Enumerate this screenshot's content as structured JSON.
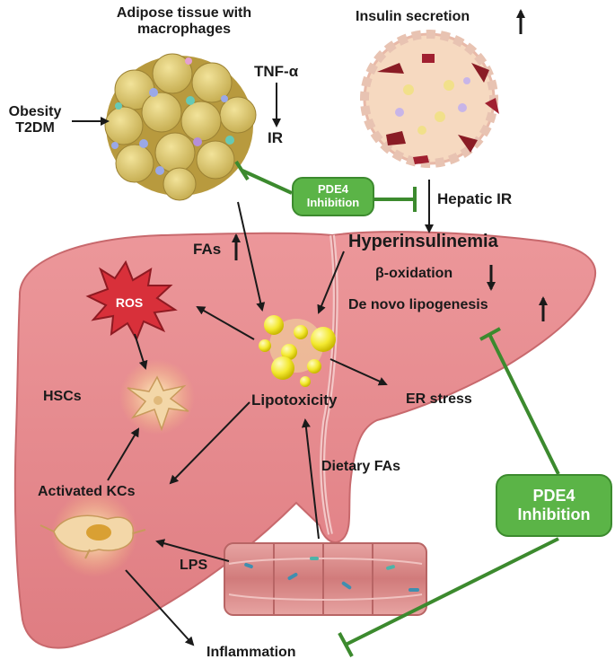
{
  "labels": {
    "adipose_line1": "Adipose tissue with",
    "adipose_line2": "macrophages",
    "insulin_secretion": "Insulin secretion",
    "tnf": "TNF-α",
    "ir": "IR",
    "obesity_line1": "Obesity",
    "obesity_line2": "T2DM",
    "hepatic_ir": "Hepatic IR",
    "hyperinsulinemia": "Hyperinsulinemia",
    "fas": "FAs",
    "beta_oxidation": "β-oxidation",
    "de_novo": "De novo lipogenesis",
    "ros": "ROS",
    "hscs": "HSCs",
    "lipotoxicity": "Lipotoxicity",
    "er_stress": "ER stress",
    "dietary_fas": "Dietary FAs",
    "activated_kcs": "Activated KCs",
    "lps": "LPS",
    "inflammation": "Inflammation"
  },
  "pde4_top": {
    "line1": "PDE4",
    "line2": "Inhibition"
  },
  "pde4_right": {
    "line1": "PDE4",
    "line2": "Inhibition"
  },
  "colors": {
    "liver": "#e8898c",
    "liver_edge": "#c8696d",
    "fat_cell": "#d9c46f",
    "pde4_fill": "#5bb447",
    "inhibit_line": "#3c8a2e",
    "ros_fill": "#d8303a",
    "arrow": "#1a1a1a"
  }
}
